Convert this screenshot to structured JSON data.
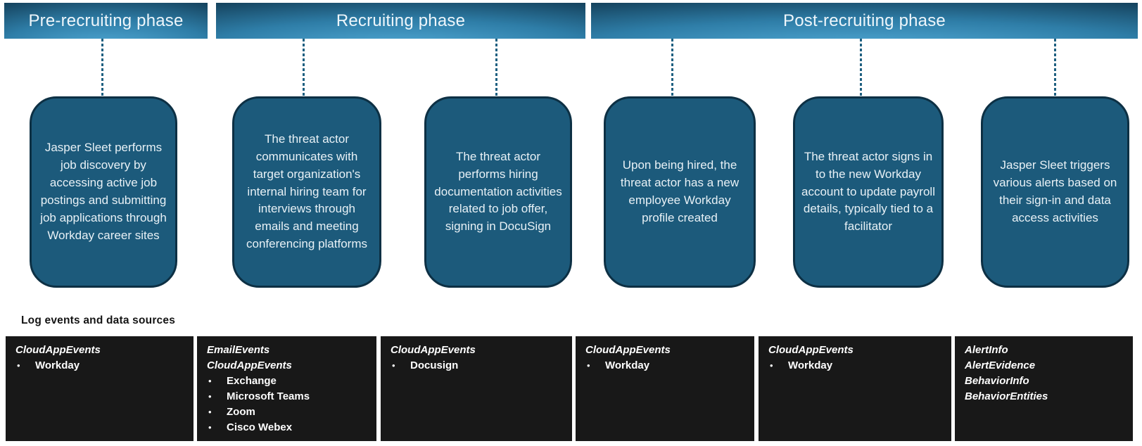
{
  "phases": [
    {
      "label": "Pre-recruiting phase"
    },
    {
      "label": "Recruiting phase"
    },
    {
      "label": "Post-recruiting phase"
    }
  ],
  "steps": [
    {
      "text": "Jasper Sleet performs job discovery by accessing active job postings and submitting job applications through Workday career sites"
    },
    {
      "text": "The threat actor communicates with target organization's internal hiring team for interviews through emails and meeting conferencing platforms"
    },
    {
      "text": "The threat actor performs hiring documentation activities related to job offer, signing in DocuSign"
    },
    {
      "text": "Upon being hired, the threat actor has a new employee Workday profile created"
    },
    {
      "text": "The threat actor signs in to the new Workday account to update payroll details, typically tied to a facilitator"
    },
    {
      "text": "Jasper Sleet triggers various alerts based on their sign-in and data access activities"
    }
  ],
  "log_section": {
    "title": "Log events and data sources",
    "bullet_glyph": "•",
    "cells": [
      {
        "tables": [
          "CloudAppEvents"
        ],
        "bullets": [
          "Workday"
        ]
      },
      {
        "tables": [
          "EmailEvents",
          "CloudAppEvents"
        ],
        "bullets": [
          "Exchange",
          "Microsoft Teams",
          "Zoom",
          "Cisco Webex"
        ]
      },
      {
        "tables": [
          "CloudAppEvents"
        ],
        "bullets": [
          "Docusign"
        ]
      },
      {
        "tables": [
          "CloudAppEvents"
        ],
        "bullets": [
          "Workday"
        ]
      },
      {
        "tables": [
          "CloudAppEvents"
        ],
        "bullets": [
          "Workday"
        ]
      },
      {
        "tables": [
          "AlertInfo",
          "AlertEvidence",
          "BehaviorInfo",
          "BehaviorEntities"
        ],
        "bullets": []
      }
    ]
  },
  "colors": {
    "header_gradient_top": "#10374f",
    "header_gradient_mid": "#2e7da7",
    "header_gradient_bottom": "#55aeda",
    "connector": "#1e5f80",
    "box_fill": "#1c5a7b",
    "box_border": "#0d3044",
    "box_text": "#e8f1f6",
    "cell_bg": "#181818",
    "cell_text": "#ffffff"
  }
}
